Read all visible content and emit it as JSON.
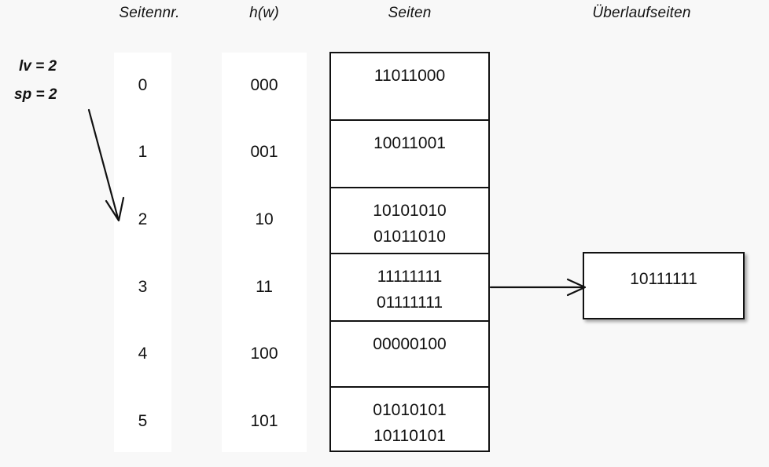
{
  "headers": {
    "seitennr": "Seitennr.",
    "hw": "h(w)",
    "seiten": "Seiten",
    "ueberlaufseiten": "Überlaufseiten"
  },
  "params": {
    "lv": "lv = 2",
    "sp": "sp = 2"
  },
  "colors": {
    "background": "#f8f8f8",
    "panel": "#ffffff",
    "stroke": "#111111",
    "text": "#111111"
  },
  "table": {
    "page_numbers": [
      "0",
      "1",
      "2",
      "3",
      "4",
      "5"
    ],
    "hash_values": [
      "000",
      "001",
      "10",
      "11",
      "100",
      "101"
    ],
    "pages": [
      {
        "index": 0,
        "lines": [
          "11011000"
        ]
      },
      {
        "index": 1,
        "lines": [
          "10011001"
        ]
      },
      {
        "index": 2,
        "lines": [
          "10101010",
          "01011010"
        ]
      },
      {
        "index": 3,
        "lines": [
          "11111111",
          "01111111"
        ]
      },
      {
        "index": 4,
        "lines": [
          "00000100"
        ]
      },
      {
        "index": 5,
        "lines": [
          "01010101",
          "10110101"
        ]
      }
    ]
  },
  "overflow_pages": [
    {
      "from_page": 3,
      "lines": [
        "10111111"
      ]
    }
  ],
  "annotations": {
    "split_pointer_arrow": {
      "label": "sp-to-page-2",
      "target_page": "2"
    },
    "overflow_arrow": {
      "label": "page-3-to-overflow"
    }
  }
}
